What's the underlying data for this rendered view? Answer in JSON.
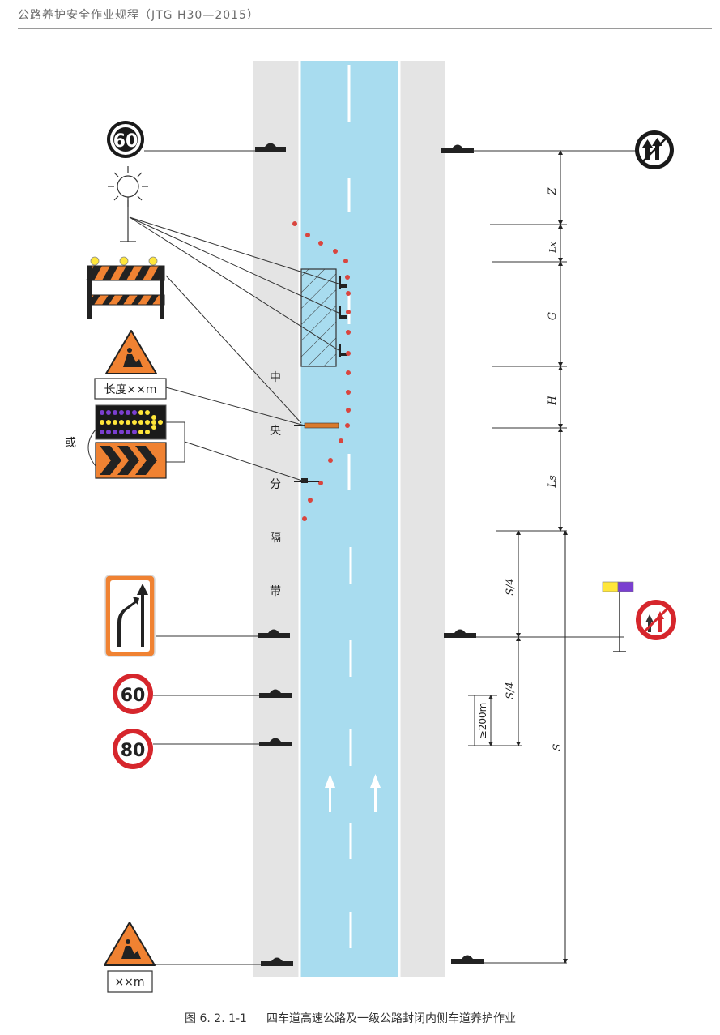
{
  "header": {
    "title": "公路养护安全作业规程（JTG  H30—2015）"
  },
  "caption": {
    "number": "图 6. 2. 1-1",
    "text": "四车道高速公路及一级公路封闭内侧车道养护作业"
  },
  "median_label": [
    "中",
    "央",
    "分",
    "隔",
    "带"
  ],
  "or_label": "或",
  "signs": {
    "speed_60_top": "60",
    "length_plate": "长度××m",
    "speed_60": "60",
    "speed_80": "80",
    "distance_plate": "××m"
  },
  "dimensions": {
    "z": "Z",
    "lx": "Lx",
    "g": "G",
    "h": "H",
    "ls": "Ls",
    "s_quarter_1": "S/4",
    "s_quarter_2": "S/4",
    "s": "S",
    "min_200": "≥200m"
  },
  "colors": {
    "road_blue": "#a8dcef",
    "median_gray": "#e4e4e4",
    "cone_red": "#d9453e",
    "sign_red": "#d6262c",
    "sign_orange": "#f08232"
  }
}
